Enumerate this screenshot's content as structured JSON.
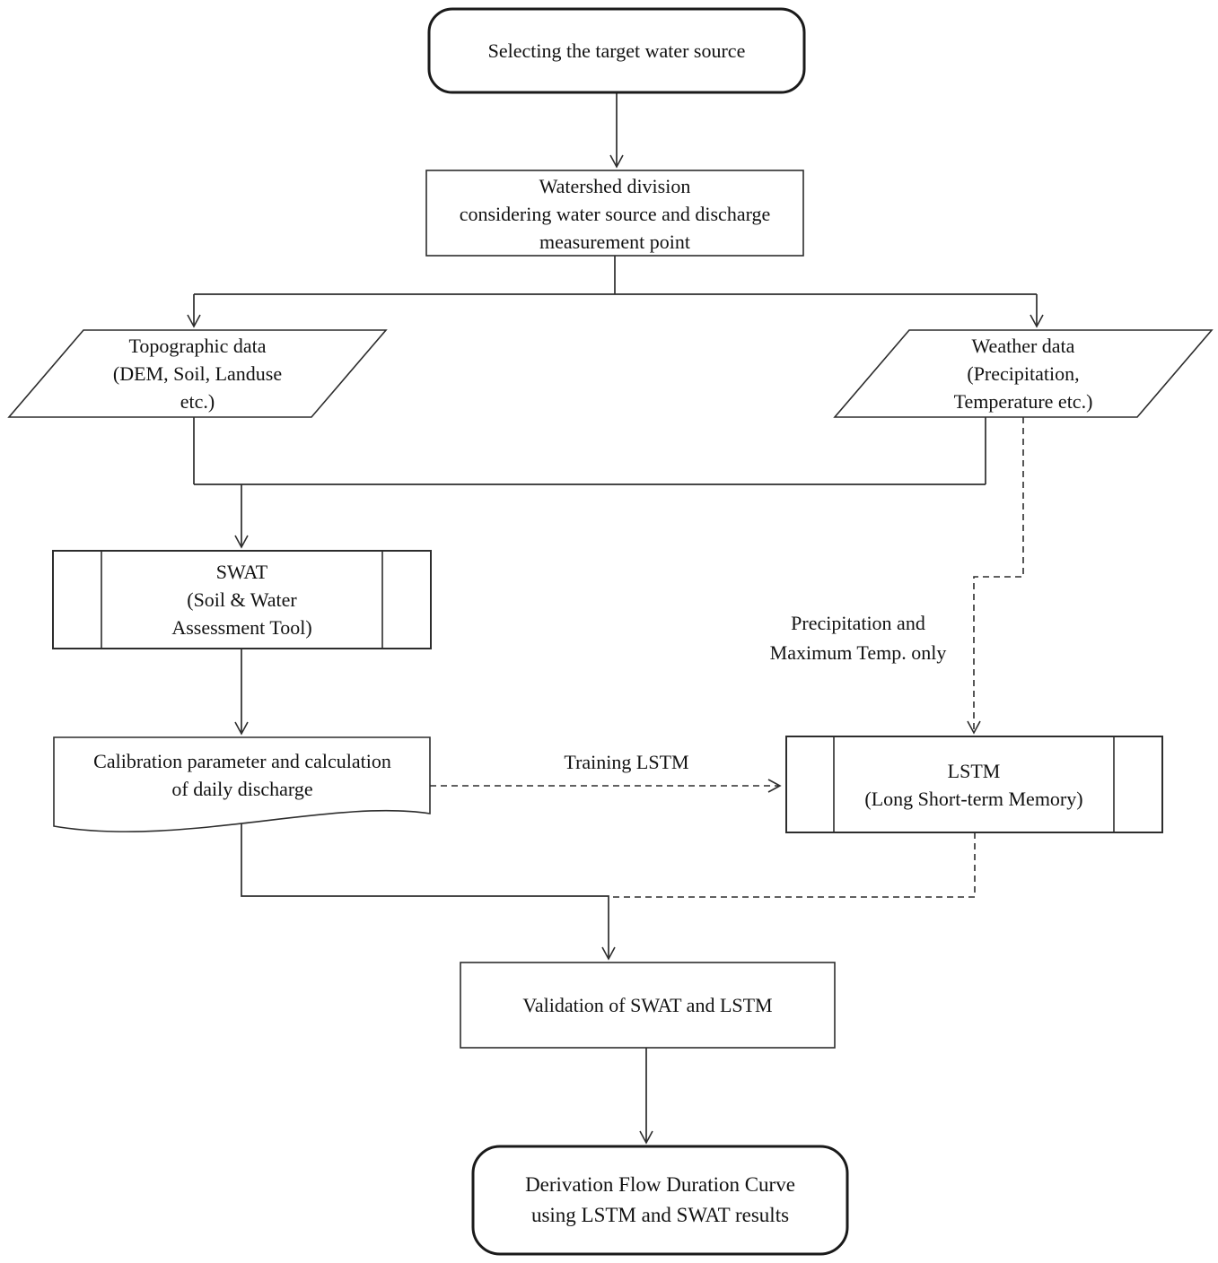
{
  "nodes": {
    "start": {
      "label": "Selecting the target water source",
      "shape": "terminator"
    },
    "watershed": {
      "label": "Watershed division\nconsidering water source and discharge\nmeasurement point",
      "shape": "process"
    },
    "topographic": {
      "label": "Topographic data\n(DEM, Soil, Landuse\netc.)",
      "shape": "data-parallelogram"
    },
    "weather": {
      "label": "Weather data\n(Precipitation,\nTemperature etc.)",
      "shape": "data-parallelogram"
    },
    "swat": {
      "label": "SWAT\n(Soil & Water\nAssessment Tool)",
      "shape": "predefined-process"
    },
    "calibration": {
      "label": "Calibration parameter and calculation\nof daily discharge",
      "shape": "document"
    },
    "lstm": {
      "label": "LSTM\n(Long Short-term Memory)",
      "shape": "predefined-process"
    },
    "validation": {
      "label": "Validation of SWAT and LSTM",
      "shape": "process"
    },
    "derivation": {
      "label": "Derivation Flow Duration Curve\nusing LSTM and SWAT results",
      "shape": "terminator"
    }
  },
  "edge_labels": {
    "training_lstm": "Training LSTM",
    "precip_only": "Precipitation and\nMaximum Temp. only"
  },
  "colors": {
    "line": "#2d2d2d",
    "text": "#121212",
    "background": "#ffffff"
  }
}
